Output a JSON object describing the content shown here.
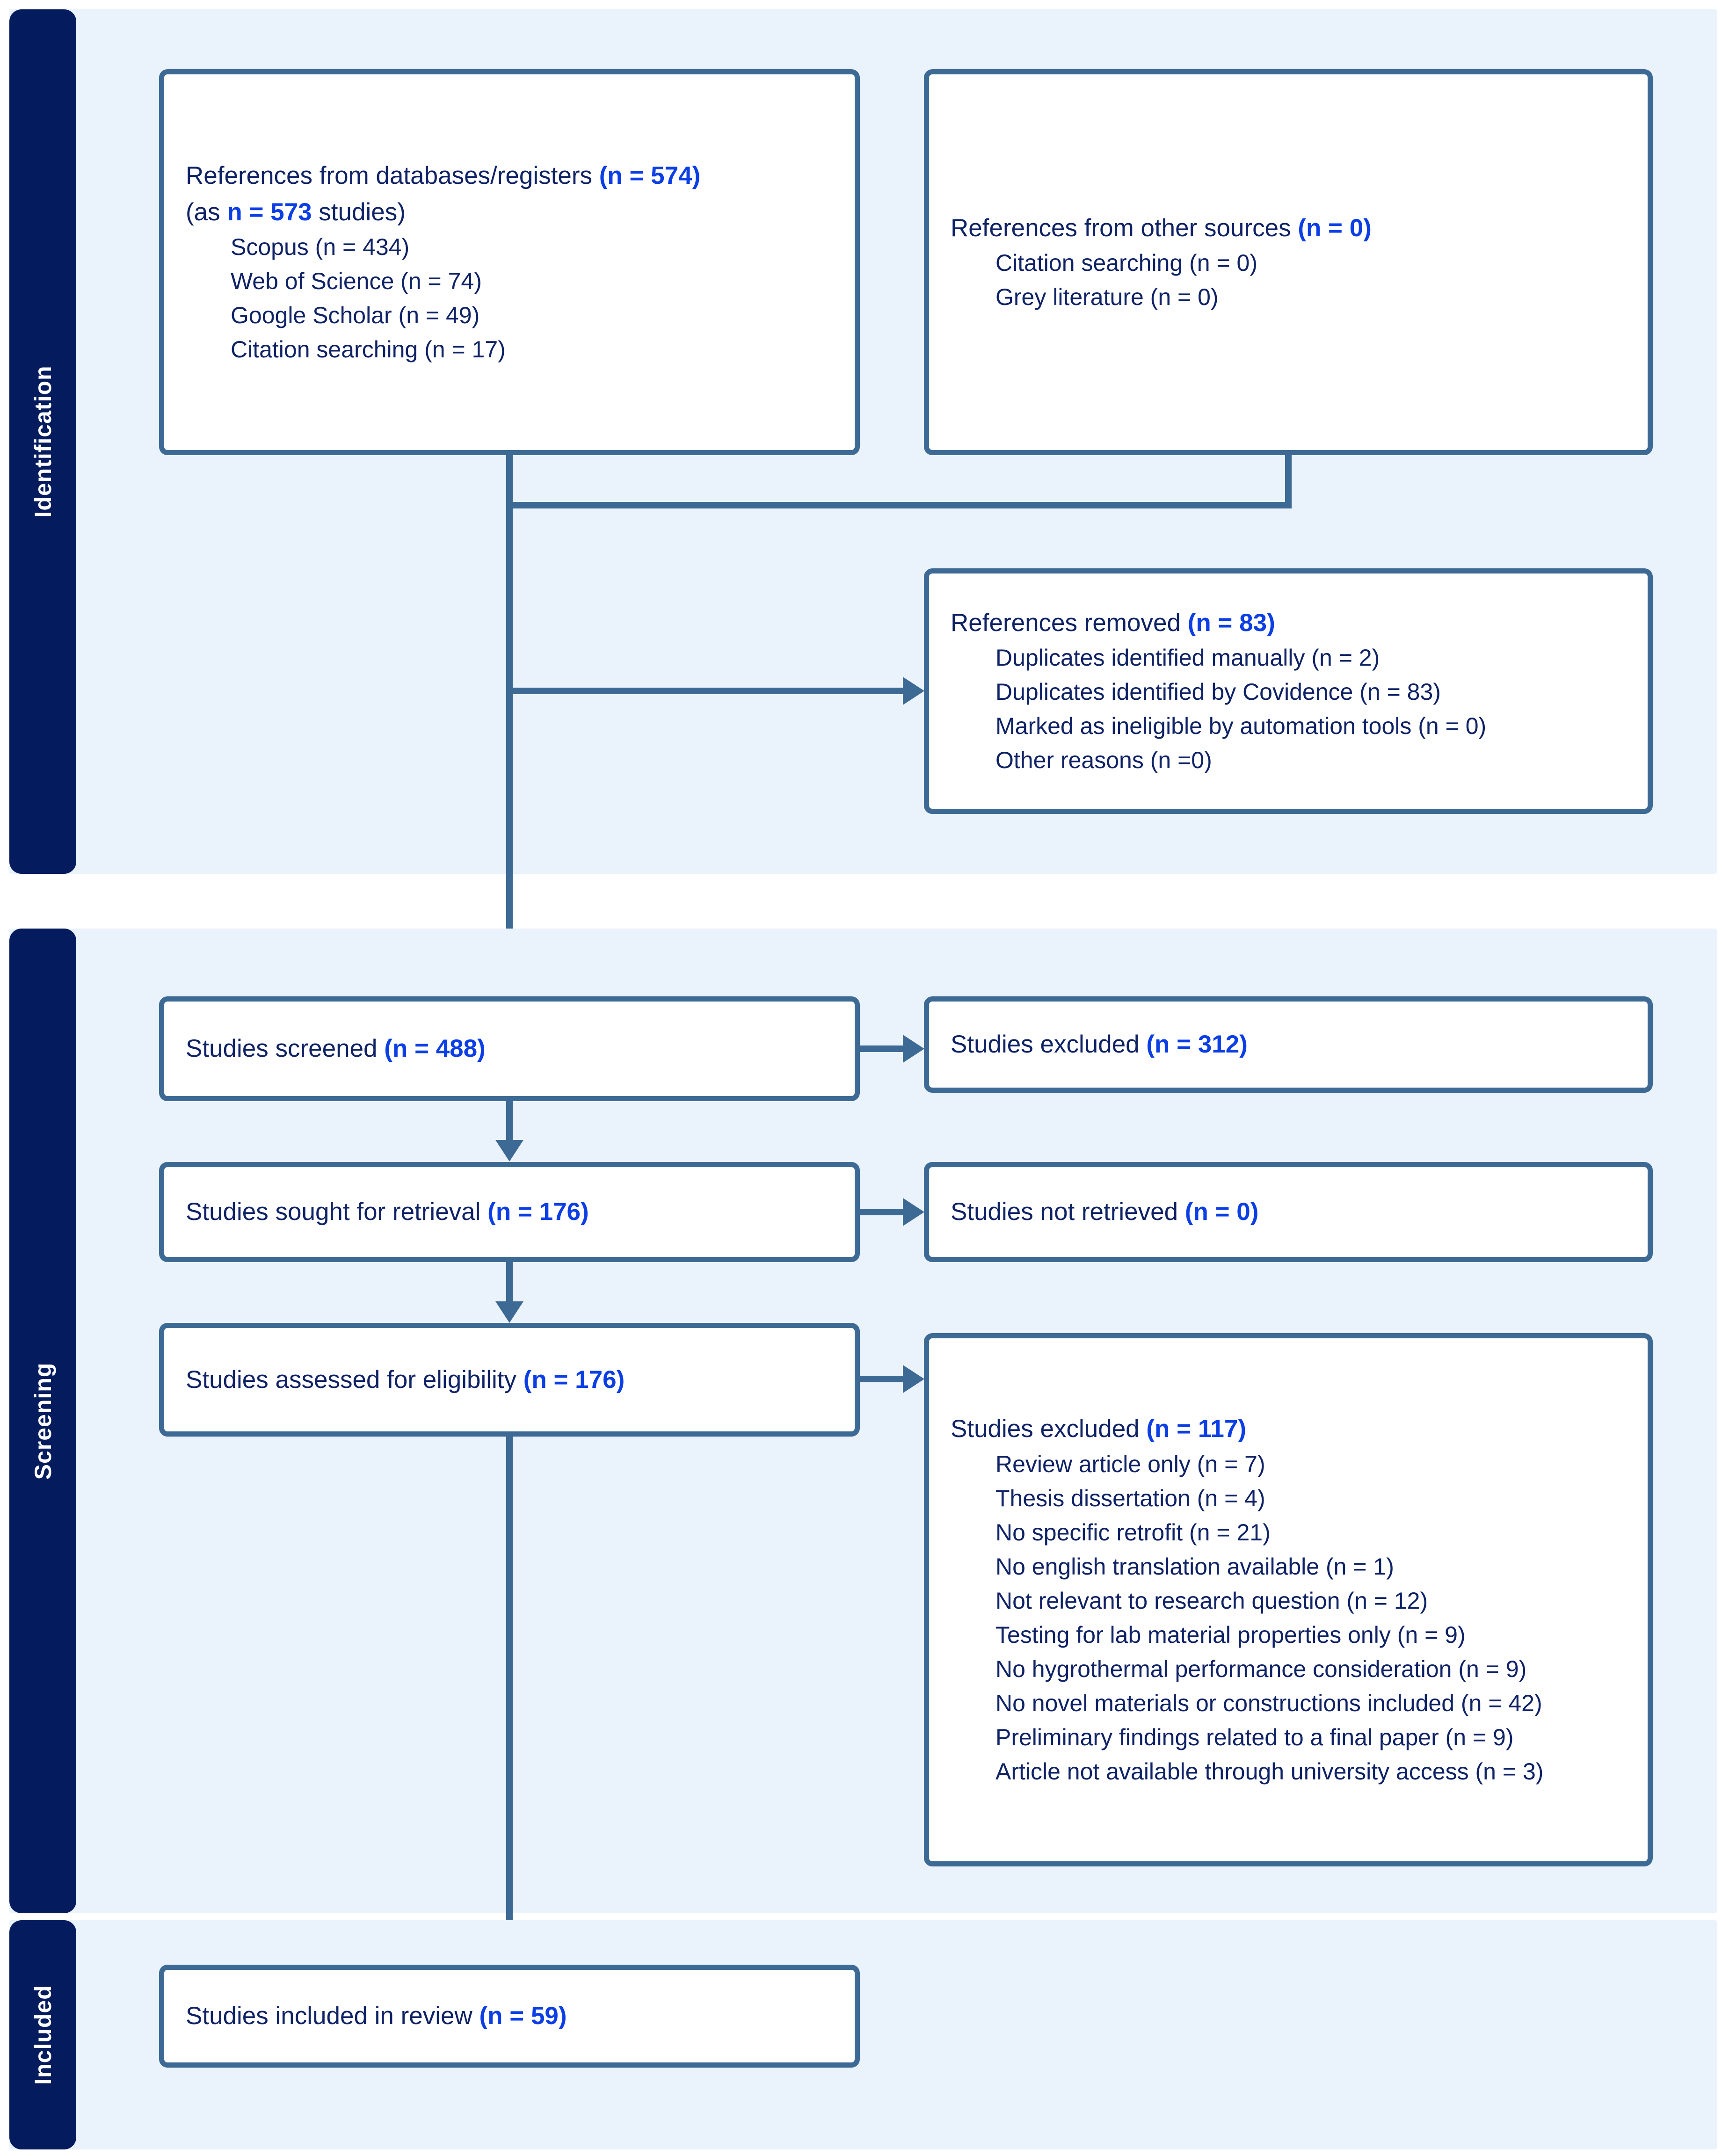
{
  "diagram": {
    "type": "prisma-flow-diagram",
    "accent_border": "#3d6a94",
    "stage_band": "#041c5e",
    "panel_bg": "#eaf2fc",
    "text_color": "#0e2265",
    "highlight_color": "#0b3fe5"
  },
  "stages": {
    "identification": "Identification",
    "screening": "Screening",
    "included": "Included"
  },
  "boxes": {
    "databases": {
      "title_text": "References from databases/registers ",
      "title_count": "(n = 574)",
      "second_prefix": "(as ",
      "second_count": "n = 573",
      "second_suffix": " studies)",
      "items": [
        "Scopus (n = 434)",
        "Web of Science (n = 74)",
        "Google Scholar (n = 49)",
        "Citation searching (n = 17)"
      ]
    },
    "other_sources": {
      "title_text": "References from other sources ",
      "title_count": "(n = 0)",
      "items": [
        "Citation searching (n = 0)",
        "Grey literature (n = 0)"
      ]
    },
    "removed": {
      "title_text": "References removed ",
      "title_count": "(n = 83)",
      "items": [
        "Duplicates identified manually (n = 2)",
        "Duplicates identified by Covidence (n = 83)",
        "Marked as ineligible by automation tools (n = 0)",
        "Other reasons (n =0)"
      ]
    },
    "screened": {
      "title_text": "Studies screened ",
      "title_count": "(n = 488)"
    },
    "excluded_screen": {
      "title_text": "Studies excluded ",
      "title_count": "(n = 312)"
    },
    "sought": {
      "title_text": "Studies sought for retrieval ",
      "title_count": "(n = 176)"
    },
    "not_retrieved": {
      "title_text": "Studies not retrieved ",
      "title_count": "(n = 0)"
    },
    "assessed": {
      "title_text": "Studies assessed for eligibility ",
      "title_count": "(n = 176)"
    },
    "excluded_full": {
      "title_text": "Studies excluded ",
      "title_count": "(n = 117)",
      "items": [
        "Review article only (n = 7)",
        "Thesis dissertation (n = 4)",
        "No specific retrofit (n = 21)",
        "No english translation available (n = 1)",
        "Not relevant to research question (n = 12)",
        "Testing for lab material properties only (n = 9)",
        "No hygrothermal performance consideration (n = 9)",
        "No novel materials or constructions included (n = 42)",
        "Preliminary findings related to a final paper (n = 9)",
        "Article not available through university access (n = 3)"
      ]
    },
    "included": {
      "title_text": "Studies included in review ",
      "title_count": "(n = 59)"
    }
  }
}
